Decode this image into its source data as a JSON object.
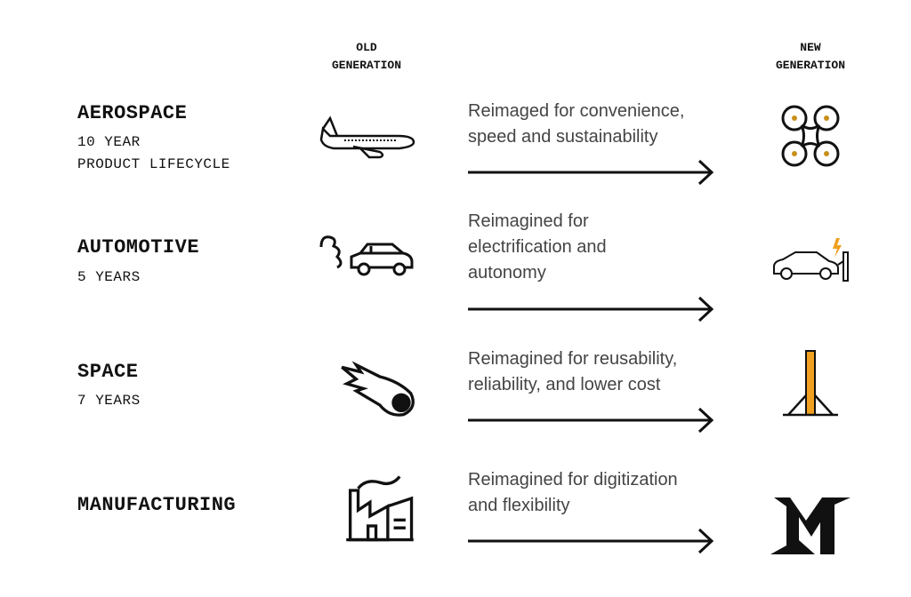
{
  "headers": {
    "old": [
      "OLD",
      "GENERATION"
    ],
    "new": [
      "NEW",
      "GENERATION"
    ]
  },
  "rows": [
    {
      "title": "AEROSPACE",
      "subtitle": [
        "10 YEAR",
        "PRODUCT LIFECYCLE"
      ],
      "description": [
        "Reimaged for convenience,",
        "speed and sustainability"
      ],
      "old_icon": "airplane-icon",
      "new_icon": "drone-icon"
    },
    {
      "title": "AUTOMOTIVE",
      "subtitle": [
        "5 YEARS"
      ],
      "description": [
        "Reimagined for",
        "electrification and",
        "autonomy"
      ],
      "old_icon": "exhaust-car-icon",
      "new_icon": "electric-car-icon"
    },
    {
      "title": "SPACE",
      "subtitle": [
        "7 YEARS"
      ],
      "description": [
        "Reimagined for reusability,",
        "reliability, and lower cost"
      ],
      "old_icon": "meteor-icon",
      "new_icon": "reusable-rocket-icon"
    },
    {
      "title": "MANUFACTURING",
      "subtitle": [],
      "description": [
        "Reimagined for digitization",
        "and flexibility"
      ],
      "old_icon": "factory-icon",
      "new_icon": "mx-logo-icon"
    }
  ],
  "colors": {
    "accent": "#f0a020",
    "text": "#111111",
    "description": "#444444"
  }
}
